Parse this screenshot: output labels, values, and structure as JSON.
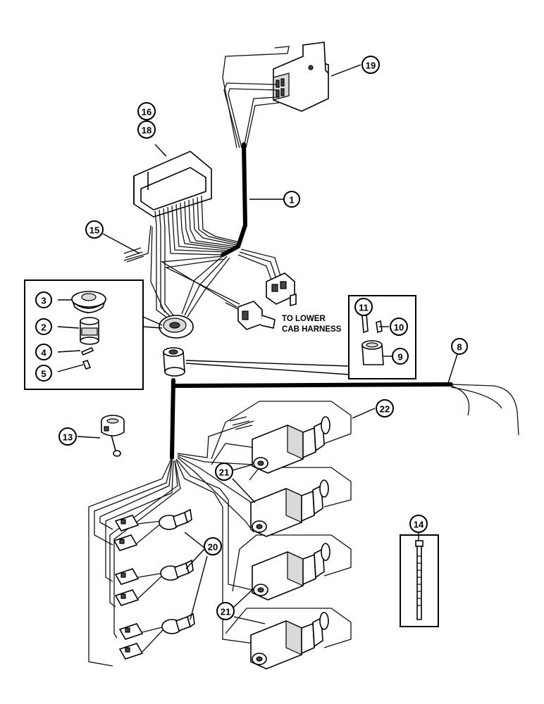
{
  "note": {
    "line1": "TO LOWER",
    "line2": "CAB HARNESS"
  },
  "callouts": {
    "c1": "1",
    "c2": "2",
    "c3": "3",
    "c4": "4",
    "c5": "5",
    "c8": "8",
    "c9": "9",
    "c10": "10",
    "c11": "11",
    "c13": "13",
    "c14": "14",
    "c15": "15",
    "c16": "16",
    "c18": "18",
    "c19": "19",
    "c20": "20",
    "c21a": "21",
    "c21b": "21",
    "c22": "22"
  }
}
